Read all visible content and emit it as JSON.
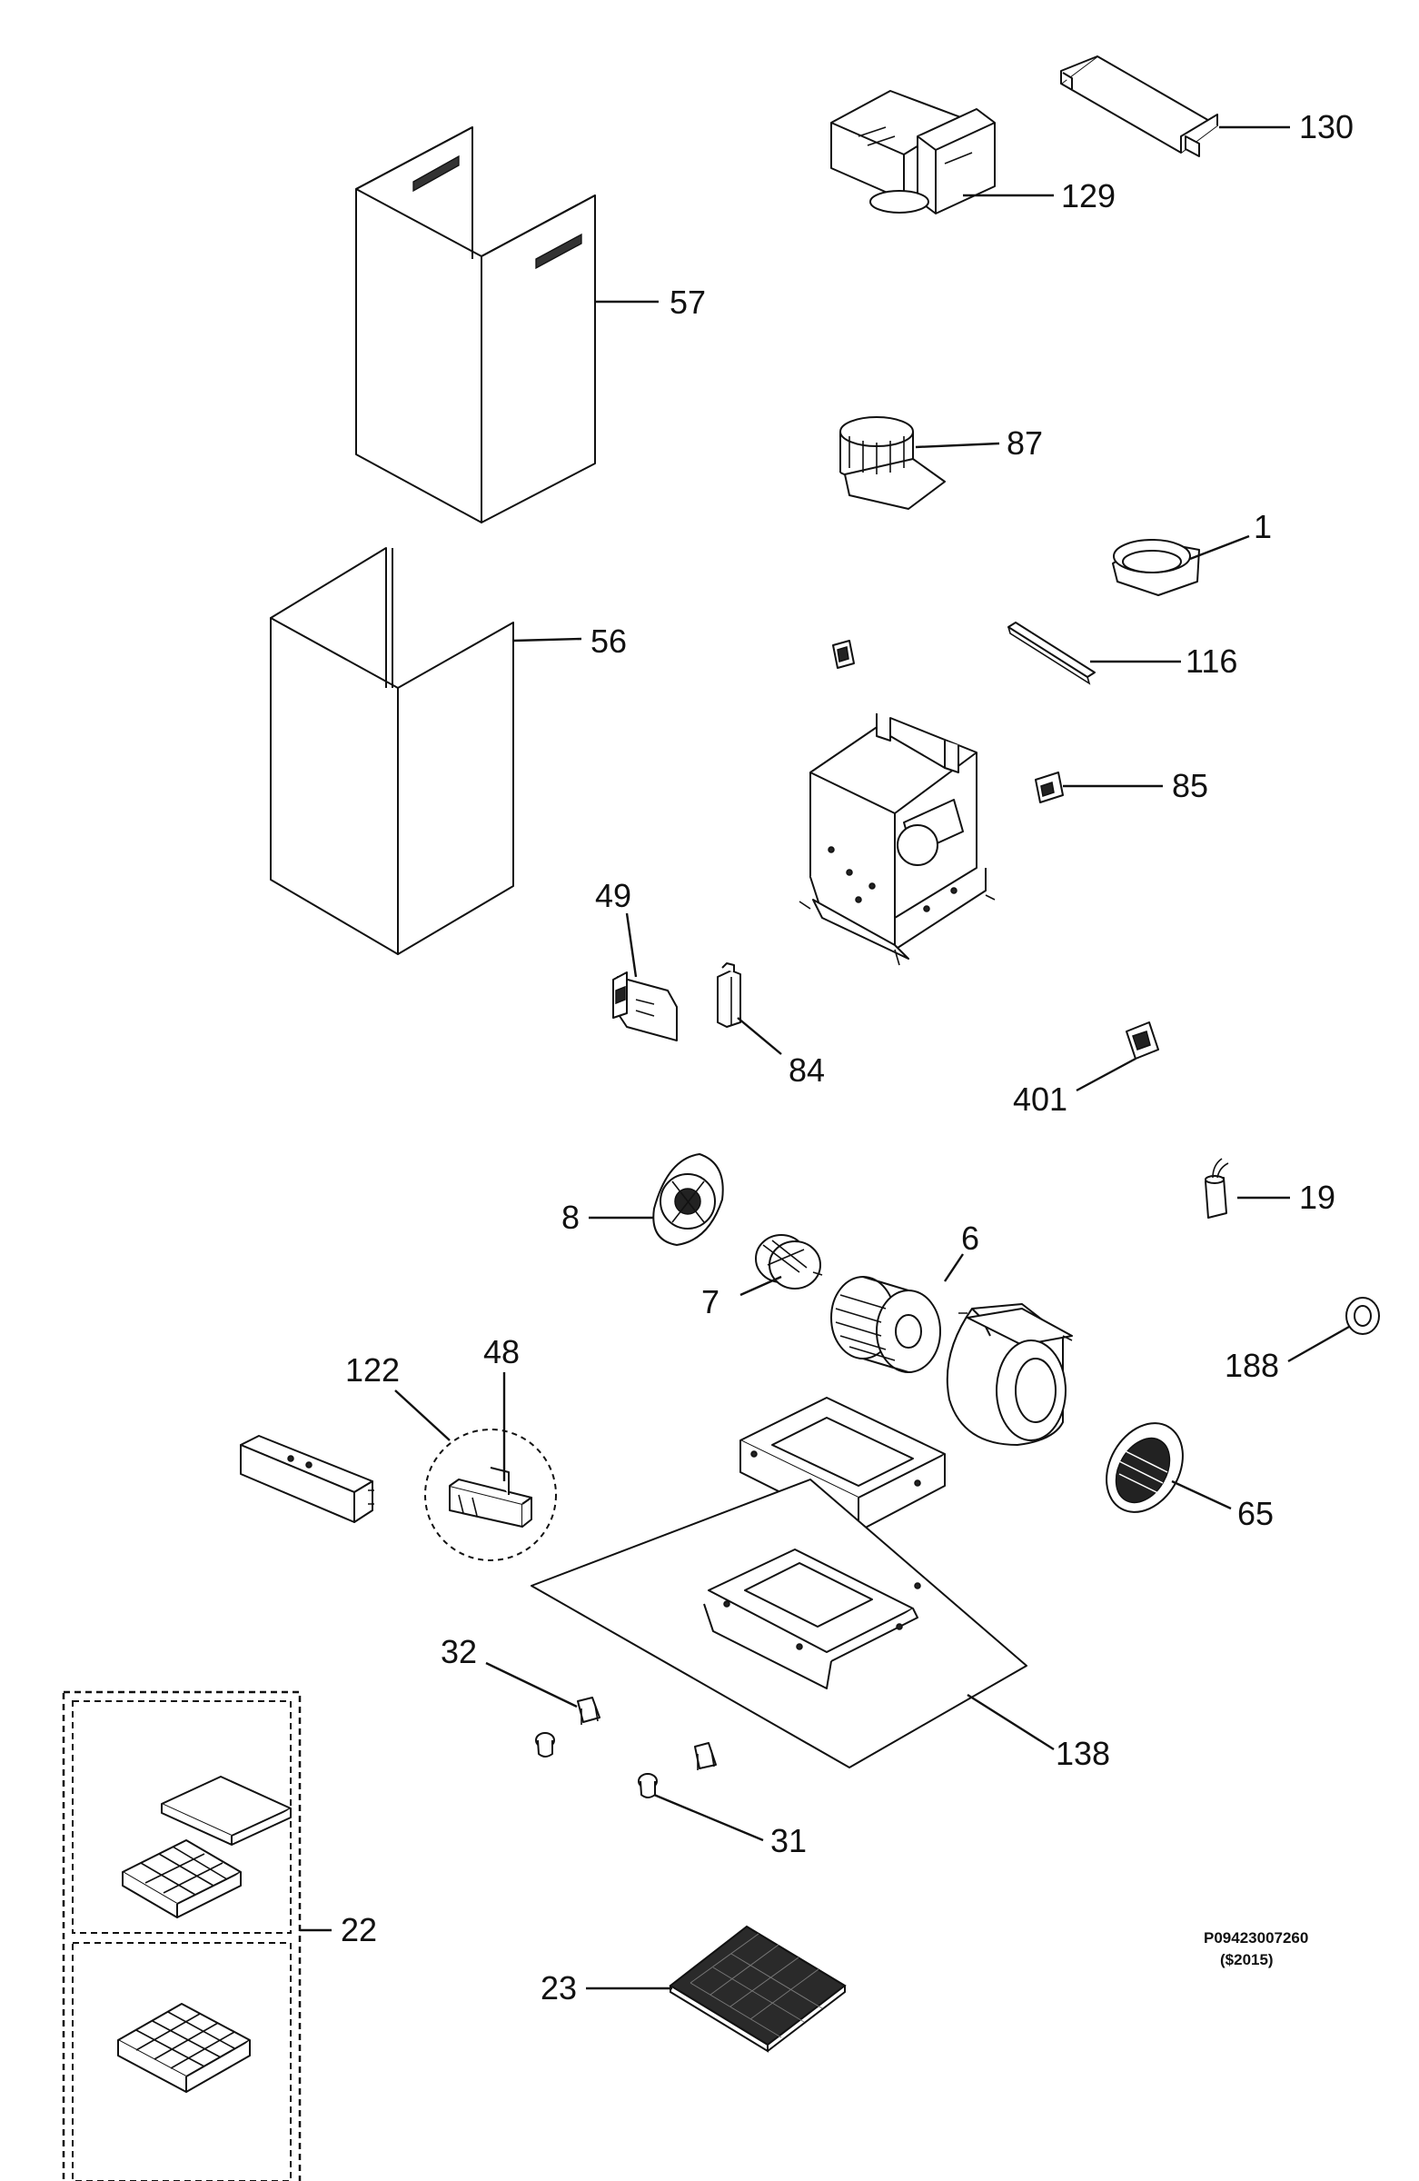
{
  "diagram": {
    "callouts": {
      "c130": "130",
      "c129": "129",
      "c57": "57",
      "c87": "87",
      "c1": "1",
      "c56": "56",
      "c116": "116",
      "c85": "85",
      "c49": "49",
      "c84": "84",
      "c401": "401",
      "c8": "8",
      "c19": "19",
      "c6": "6",
      "c7": "7",
      "c188": "188",
      "c122": "122",
      "c48": "48",
      "c65": "65",
      "c32": "32",
      "c138": "138",
      "c31": "31",
      "c22": "22",
      "c23": "23"
    },
    "drawing_code": "P09423007260",
    "drawing_code_sub": "($2015)"
  }
}
